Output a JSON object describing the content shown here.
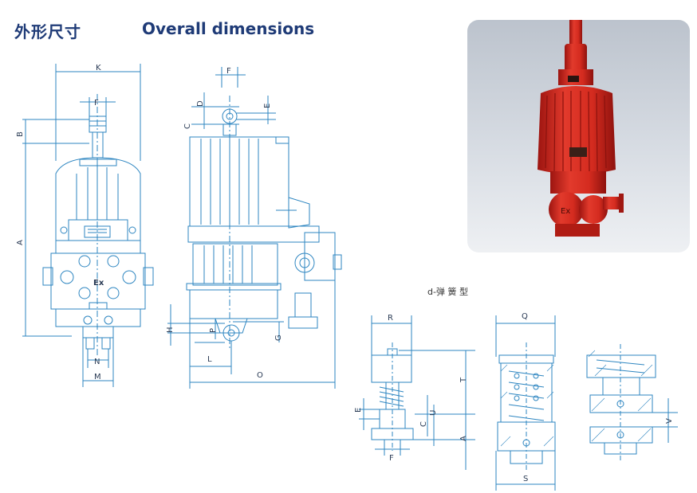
{
  "header": {
    "title_cn": "外形尺寸",
    "title_en": "Overall dimensions"
  },
  "spring_caption": "d-弹 簧 型",
  "colors": {
    "line": "#2e86c1",
    "title": "#1f3b77",
    "photo_red": "#d62a20"
  },
  "photo": {
    "marking_text": "Ex"
  },
  "labels": {
    "front": {
      "K": "K",
      "F": "F",
      "B": "B",
      "A": "A",
      "N": "N",
      "M": "M",
      "Ex": "Ex"
    },
    "side": {
      "F": "F",
      "D": "D",
      "E": "E",
      "C": "C",
      "H": "H",
      "P": "P",
      "G": "G",
      "L": "L",
      "O": "O"
    },
    "spring1": {
      "R": "R",
      "T": "T",
      "E": "E",
      "C": "C",
      "U": "U",
      "A": "A",
      "F": "F"
    },
    "spring2": {
      "Q": "Q",
      "S": "S"
    },
    "spring3": {
      "V": "V"
    }
  }
}
